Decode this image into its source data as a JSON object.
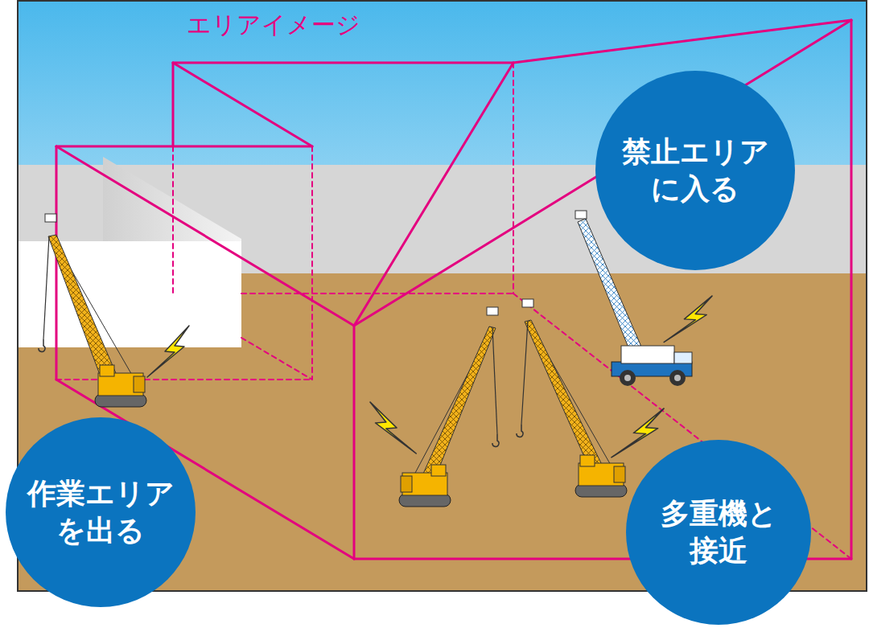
{
  "diagram": {
    "nodes": [
      {
        "text": [
          "禁止エリア に入る"
        ]
      },
      {
        "text": [
          "作業エリア を出る"
        ]
      },
      {
        "text": [
          "多重機と 接近"
        ]
      }
    ],
    "labels": [
      "エリアイメージ"
    ]
  }
}
